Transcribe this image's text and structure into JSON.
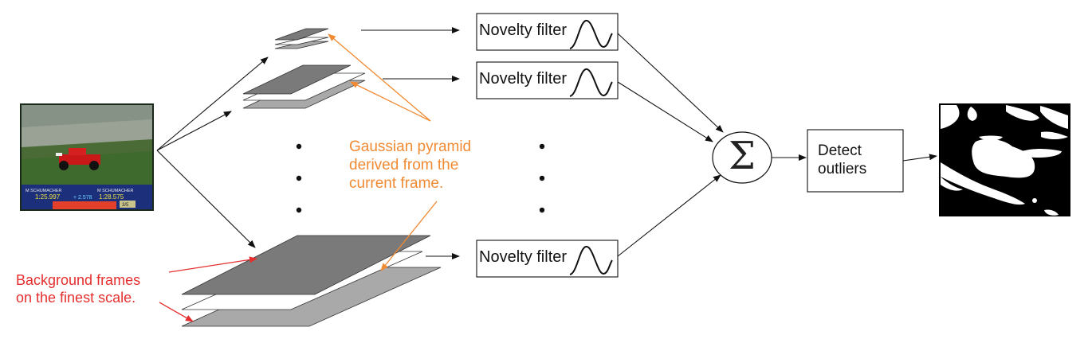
{
  "filters": [
    {
      "label": "Novelty filter"
    },
    {
      "label": "Novelty filter"
    },
    {
      "label": "Novelty filter"
    }
  ],
  "sum_symbol": "Σ",
  "detect_label": "Detect\noutliers",
  "pyramid_label": "Gaussian pyramid\nderived from the\ncurrent frame.",
  "background_label": "Background frames\non the finest scale.",
  "video_frame": {
    "driver_left": "M SCHUMACHER",
    "driver_right": "M SCHUMACHER",
    "time_left": "1:25.997",
    "delta": "+ 2.578",
    "time_right": "1:28.575",
    "badge": "3/5"
  },
  "colors": {
    "annotation_orange": "#f08a33",
    "annotation_red": "#e62e2e",
    "layer_dark": "#7a7a7a",
    "layer_light": "#a9a9a9"
  }
}
